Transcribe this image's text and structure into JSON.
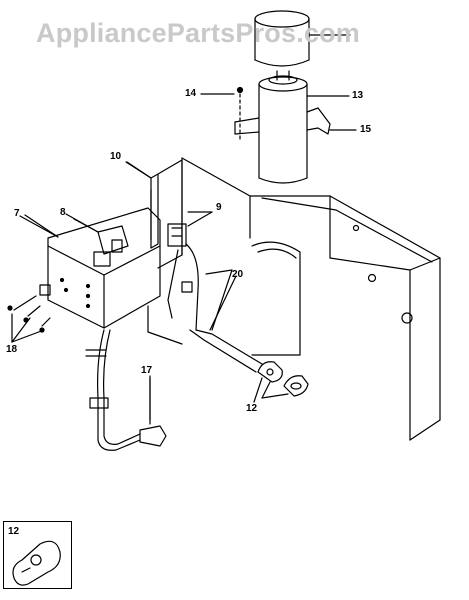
{
  "watermark": {
    "text": "AppliancePartsPros.com"
  },
  "callouts": {
    "c7": "7",
    "c8": "8",
    "c9": "9",
    "c10": "10",
    "c12_main": "12",
    "c12_inset": "12",
    "c13": "13",
    "c14": "14",
    "c15": "15",
    "c17": "17",
    "c18": "18",
    "c20": "20"
  },
  "colors": {
    "ink": "#000000",
    "watermark": "#c9c9c9",
    "background": "#ffffff"
  }
}
